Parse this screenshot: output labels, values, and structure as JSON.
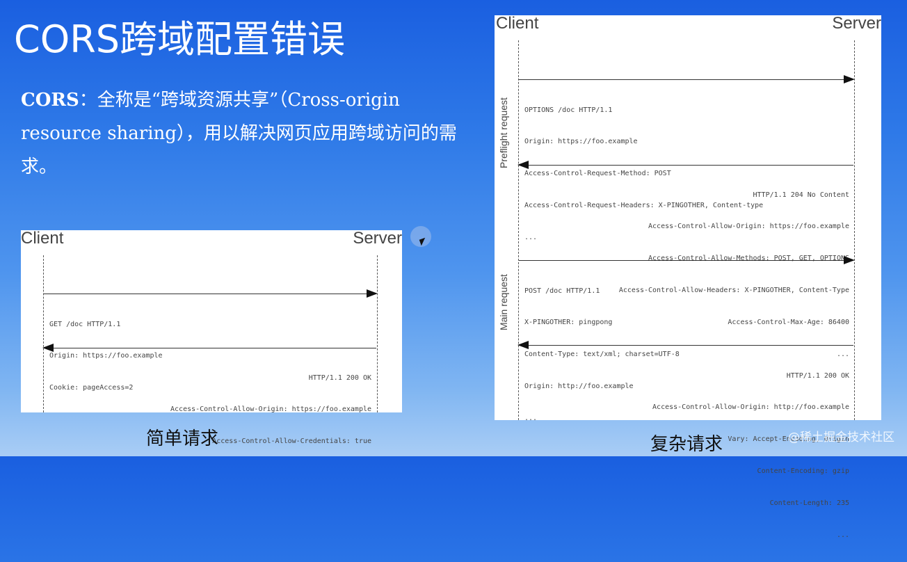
{
  "slide": {
    "title": "CORS跨域配置错误",
    "description_bold": "CORS",
    "description_rest": "：全称是“跨域资源共享”（Cross-origin resource sharing），用以解决网页应用跨域访问的需求。",
    "watermark": "@稀土掘金技术社区"
  },
  "simple": {
    "client": "Client",
    "server": "Server",
    "caption": "简单请求",
    "request": [
      "GET /doc HTTP/1.1",
      "Origin: https://foo.example",
      "Cookie: pageAccess=2"
    ],
    "response": [
      "HTTP/1.1 200 OK",
      "Access-Control-Allow-Origin: https://foo.example",
      "Access-Control-Allow-Credentials: true"
    ]
  },
  "complex": {
    "client": "Client",
    "server": "Server",
    "caption": "复杂请求",
    "preflight_label": "Preflight request",
    "main_label": "Main request",
    "preflight_request": [
      "OPTIONS /doc HTTP/1.1",
      "Origin: https://foo.example",
      "Access-Control-Request-Method: POST",
      "Access-Control-Request-Headers: X-PINGOTHER, Content-type",
      "..."
    ],
    "preflight_response": [
      "HTTP/1.1 204 No Content",
      "Access-Control-Allow-Origin: https://foo.example",
      "Access-Control-Allow-Methods: POST, GET, OPTIONS",
      "Access-Control-Allow-Headers: X-PINGOTHER, Content-Type",
      "Access-Control-Max-Age: 86400",
      "..."
    ],
    "main_request": [
      "POST /doc HTTP/1.1",
      "X-PINGOTHER: pingpong",
      "Content-Type: text/xml; charset=UTF-8",
      "Origin: http://foo.example",
      "..."
    ],
    "main_response": [
      "HTTP/1.1 200 OK",
      "Access-Control-Allow-Origin: http://foo.example",
      "Vary: Accept-Encoding, Origin",
      "Content-Encoding: gzip",
      "Content-Length: 235",
      "..."
    ]
  }
}
